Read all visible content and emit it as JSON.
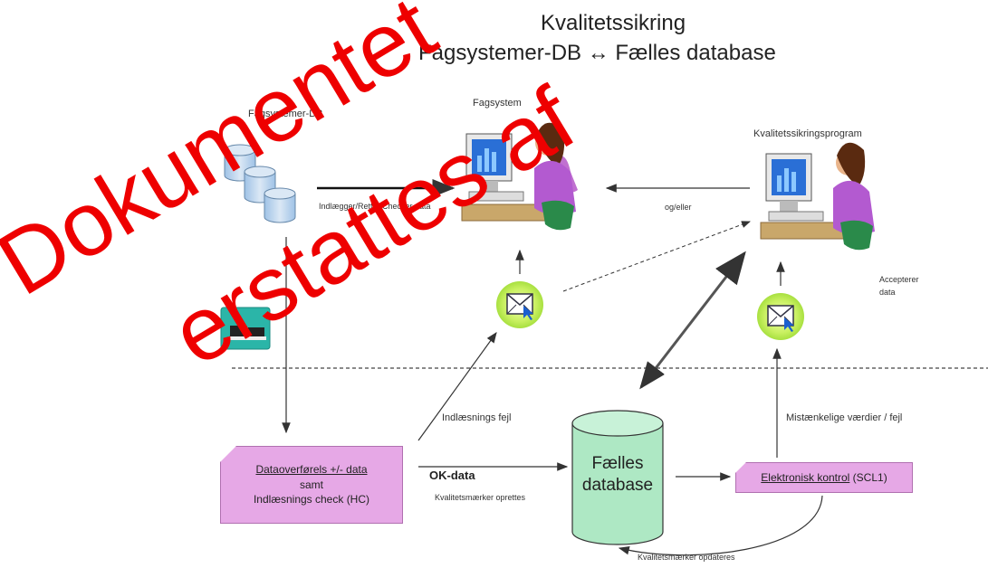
{
  "title": {
    "line1": "Kvalitetssikring",
    "line2": "Fagsystemer-DB ↔ Fælles database"
  },
  "labels": {
    "fagsystemer_db": "Fagsystemer-DB",
    "fagsystem": "Fagsystem",
    "kvalitetssikringsprogram": "Kvalitetssikringsprogram",
    "indlaegger": "Indlægger/Retter/Checker data",
    "og_eller": "og/eller",
    "accepterer_line1": "Accepterer",
    "accepterer_line2": "data",
    "indlaesnings_fejl": "Indlæsnings fejl",
    "mistaenkelige": "Mistænkelige værdier / fejl",
    "ok_data": "OK-data",
    "kvalitetsmaerker_oprettes": "Kvalitetsmærker oprettes",
    "kvalitetsmaerker_opdateres": "Kvalitetsmærker opdateres"
  },
  "boxes": {
    "dataoverforsel_line1": "Dataoverførels +/- data",
    "dataoverforsel_line2": "samt",
    "dataoverforsel_line3": "Indlæsnings check (HC)",
    "faelles_line1": "Fælles",
    "faelles_line2": "database",
    "elektronisk_underlined": "Elektronisk kontrol",
    "elektronisk_rest": " (SCL1)"
  },
  "watermark": {
    "line1": "Dokumentet",
    "line2": "erstattes af"
  },
  "colors": {
    "box_pink": "#e6a8e6",
    "database_green": "#aee8c4",
    "watermark_red": "#ee0000",
    "db_blue": "#b8cce4"
  }
}
